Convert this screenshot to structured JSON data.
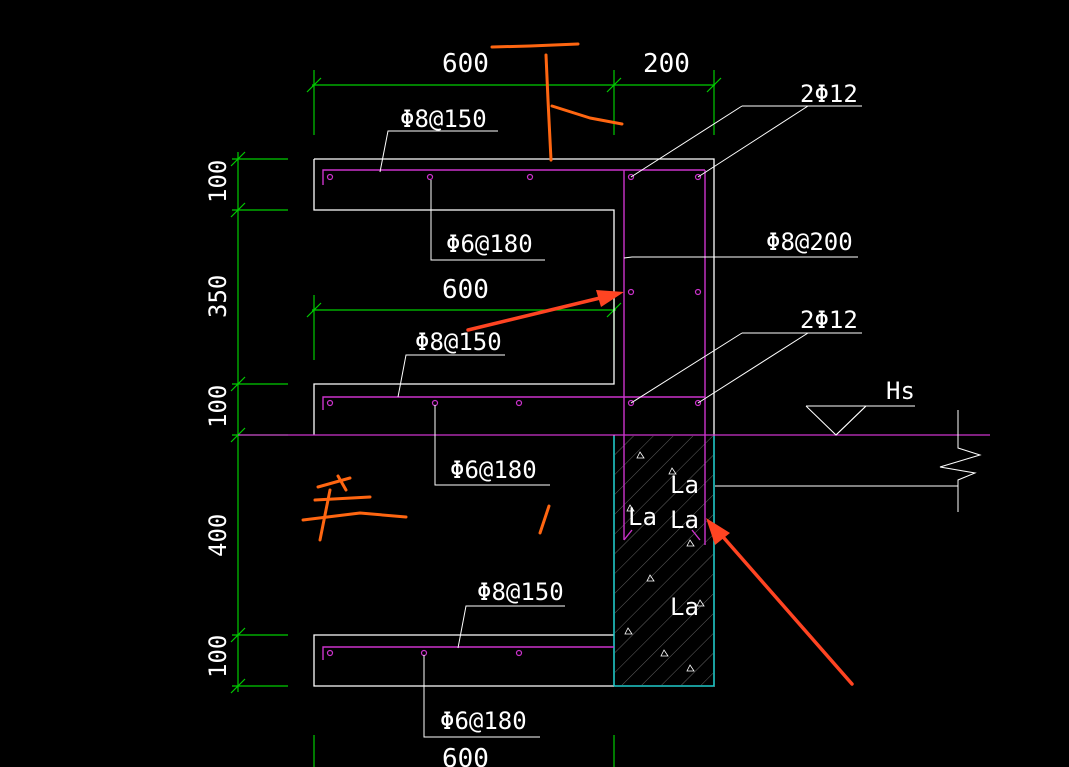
{
  "drawing": {
    "dimensions": {
      "top_left": "600",
      "top_right": "200",
      "mid": "600",
      "bottom": "600",
      "left_100_top": "100",
      "left_350": "350",
      "left_100_mid": "100",
      "left_400": "400",
      "left_100_bottom": "100"
    },
    "rebar_labels": {
      "top_slab_main": "Φ8@150",
      "top_slab_dist": "Φ6@180",
      "mid_slab_main": "Φ8@150",
      "mid_slab_dist": "Φ6@180",
      "bottom_slab_main": "Φ8@150",
      "bottom_slab_dist": "Φ6@180",
      "wall_stirrup": "Φ8@200",
      "corner_top": "2Φ12",
      "corner_mid": "2Φ12"
    },
    "anchorage": {
      "la_1": "La",
      "la_2": "La",
      "la_3": "La",
      "la_4": "La"
    },
    "level_mark": "Hs"
  },
  "colors": {
    "background": "#000000",
    "outline": "#ffffff",
    "rebar": "#cc33cc",
    "dimension": "#00cc00",
    "slab_edge": "#00cccc",
    "annotation": "#ff4422",
    "scribble": "#ff6611"
  }
}
